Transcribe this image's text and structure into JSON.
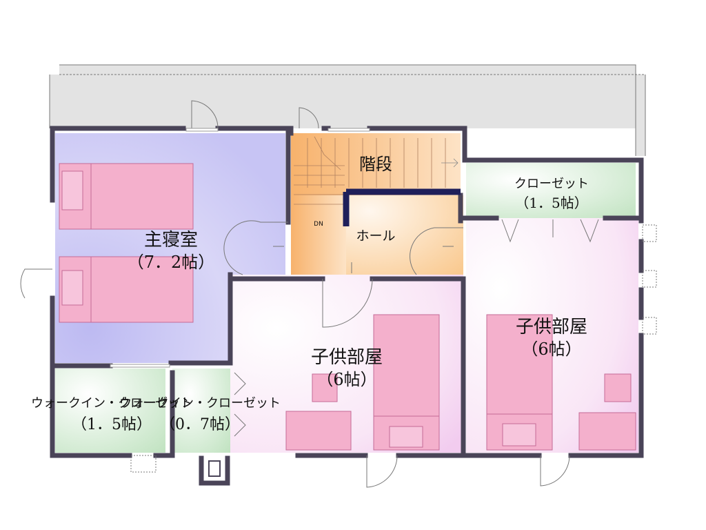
{
  "rooms": {
    "stairs": {
      "name": "階段",
      "dn": "DN"
    },
    "hall": {
      "name": "ホール"
    },
    "closet_top": {
      "name": "クローゼット",
      "size": "（1．5帖）"
    },
    "master": {
      "name": "主寝室",
      "size": "（7．2帖）"
    },
    "child_center": {
      "name": "子供部屋",
      "size": "（6帖）"
    },
    "child_right": {
      "name": "子供部屋",
      "size": "（6帖）"
    },
    "walkin": {
      "name": "ウォークイン・クローゼット",
      "size": "（1．5帖）"
    },
    "closet_small": {
      "name": "ウォークイン・クローゼット",
      "size": "（0．7帖）"
    }
  },
  "colors": {
    "wall": "#4a4458",
    "bed": "#f4b0cc",
    "master_floor": "#c9c6f4",
    "child_floor": "#f7d8f3",
    "closet_floor": "#d4ebd4",
    "stairs_floor": "#f8c48a",
    "hall_floor": "#fce3c3",
    "balcony": "#e2e2e2"
  }
}
